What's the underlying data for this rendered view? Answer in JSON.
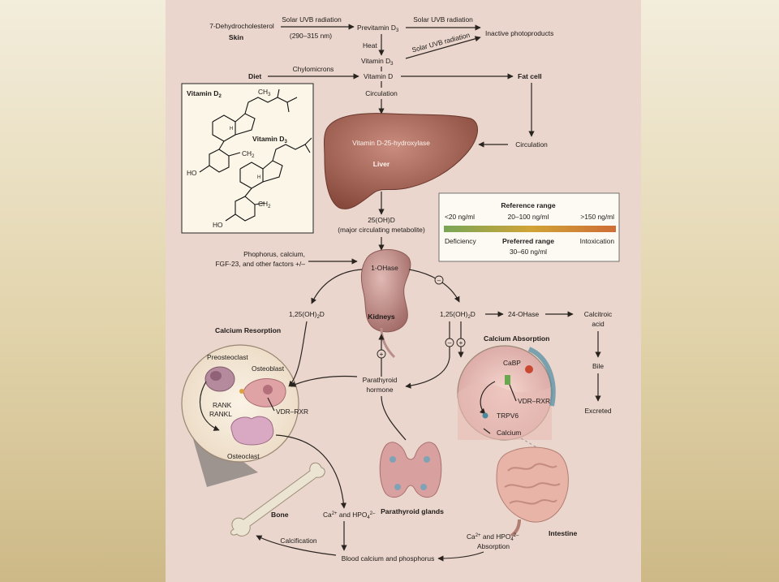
{
  "colors": {
    "background_gold": "#d9c796",
    "panel": "#ead6cd",
    "liver": "#9b5a4c",
    "kidney": "#c08a86",
    "bar_left": "#78a657",
    "bar_mid": "#d0a437",
    "bar_right": "#cf6d35"
  },
  "skin": {
    "precursor": "7-Dehydrocholesterol",
    "label": "Skin",
    "uvb": "Solar UVB radiation",
    "wavelength": "(290–315 nm)",
    "previtamin_prefix": "Previtamin D",
    "uvb2": "Solar UVB radiation",
    "inactive": "Inactive photoproducts",
    "heat": "Heat",
    "uvb3": "Solar UVB radiation",
    "vitamin_d3_prefix": "Vitamin D"
  },
  "diet": {
    "label": "Diet",
    "carrier": "Chylomicrons",
    "vitamin_d": "Vitamin D",
    "fat_cell": "Fat cell"
  },
  "circulation": {
    "label_top": "Circulation",
    "label_right": "Circulation"
  },
  "structures": {
    "vitamin_d2_prefix": "Vitamin D",
    "sub2": "2",
    "vitamin_d3_prefix": "Vitamin D",
    "sub3": "3",
    "ch3": "CH",
    "ch2_a": "CH",
    "ch2_b": "CH",
    "ho_a": "HO",
    "ho_b": "HO",
    "h_a": "H",
    "h_b": "H"
  },
  "liver": {
    "enzyme": "Vitamin D-25-hydroxylase",
    "label": "Liver"
  },
  "metabolite": {
    "name": "25(OH)D",
    "note": "(major circulating metabolite)"
  },
  "reference_range": {
    "title": "Reference range",
    "low": "<20 ng/ml",
    "mid": "20–100 ng/ml",
    "high": ">150 ng/ml",
    "deficiency": "Deficiency",
    "preferred": "Preferred range",
    "preferred_value": "30–60 ng/ml",
    "intoxication": "Intoxication"
  },
  "kidney": {
    "factors_line1": "Phophorus, calcium,",
    "factors_line2": "FGF-23, and other factors +/–",
    "enzyme": "1-OHase",
    "label": "Kidneys",
    "active_left_prefix": "1,25(OH)",
    "active_left_suffix": "D",
    "active_right_prefix": "1,25(OH)",
    "active_right_suffix": "D",
    "sub_2": "2",
    "catabolic_enzyme": "24-OHase",
    "minus": "–",
    "plus": "+"
  },
  "excretion": {
    "product_line1": "Calcitroic",
    "product_line2": "acid",
    "bile": "Bile",
    "excreted": "Excreted"
  },
  "resorption": {
    "title": "Calcium Resorption",
    "preosteoclast": "Preosteoclast",
    "osteoblast": "Osteoblast",
    "rank": "RANK",
    "rankl": "RANKL",
    "receptor": "VDR–RXR",
    "osteoclast": "Osteoclast"
  },
  "pth": {
    "line1": "Parathyroid",
    "line2": "hormone",
    "glands": "Parathyroid glands"
  },
  "absorption": {
    "title": "Calcium Absorption",
    "cabp": "CaBP",
    "receptor": "VDR–RXR",
    "channel": "TRPV6",
    "calcium": "Calcium"
  },
  "bone": {
    "label": "Bone",
    "ions_prefix": "Ca",
    "ions_mid": " and HPO",
    "calcification": "Calcification"
  },
  "intestine": {
    "label": "Intestine",
    "ions_prefix": "Ca",
    "ions_mid": " and HPO",
    "absorption": "Absorption"
  },
  "blood": {
    "label": "Blood calcium and phosphorus"
  },
  "charges": {
    "plus2": "2+",
    "minus2": "2–",
    "sub4": "4",
    "sub3": "3"
  }
}
